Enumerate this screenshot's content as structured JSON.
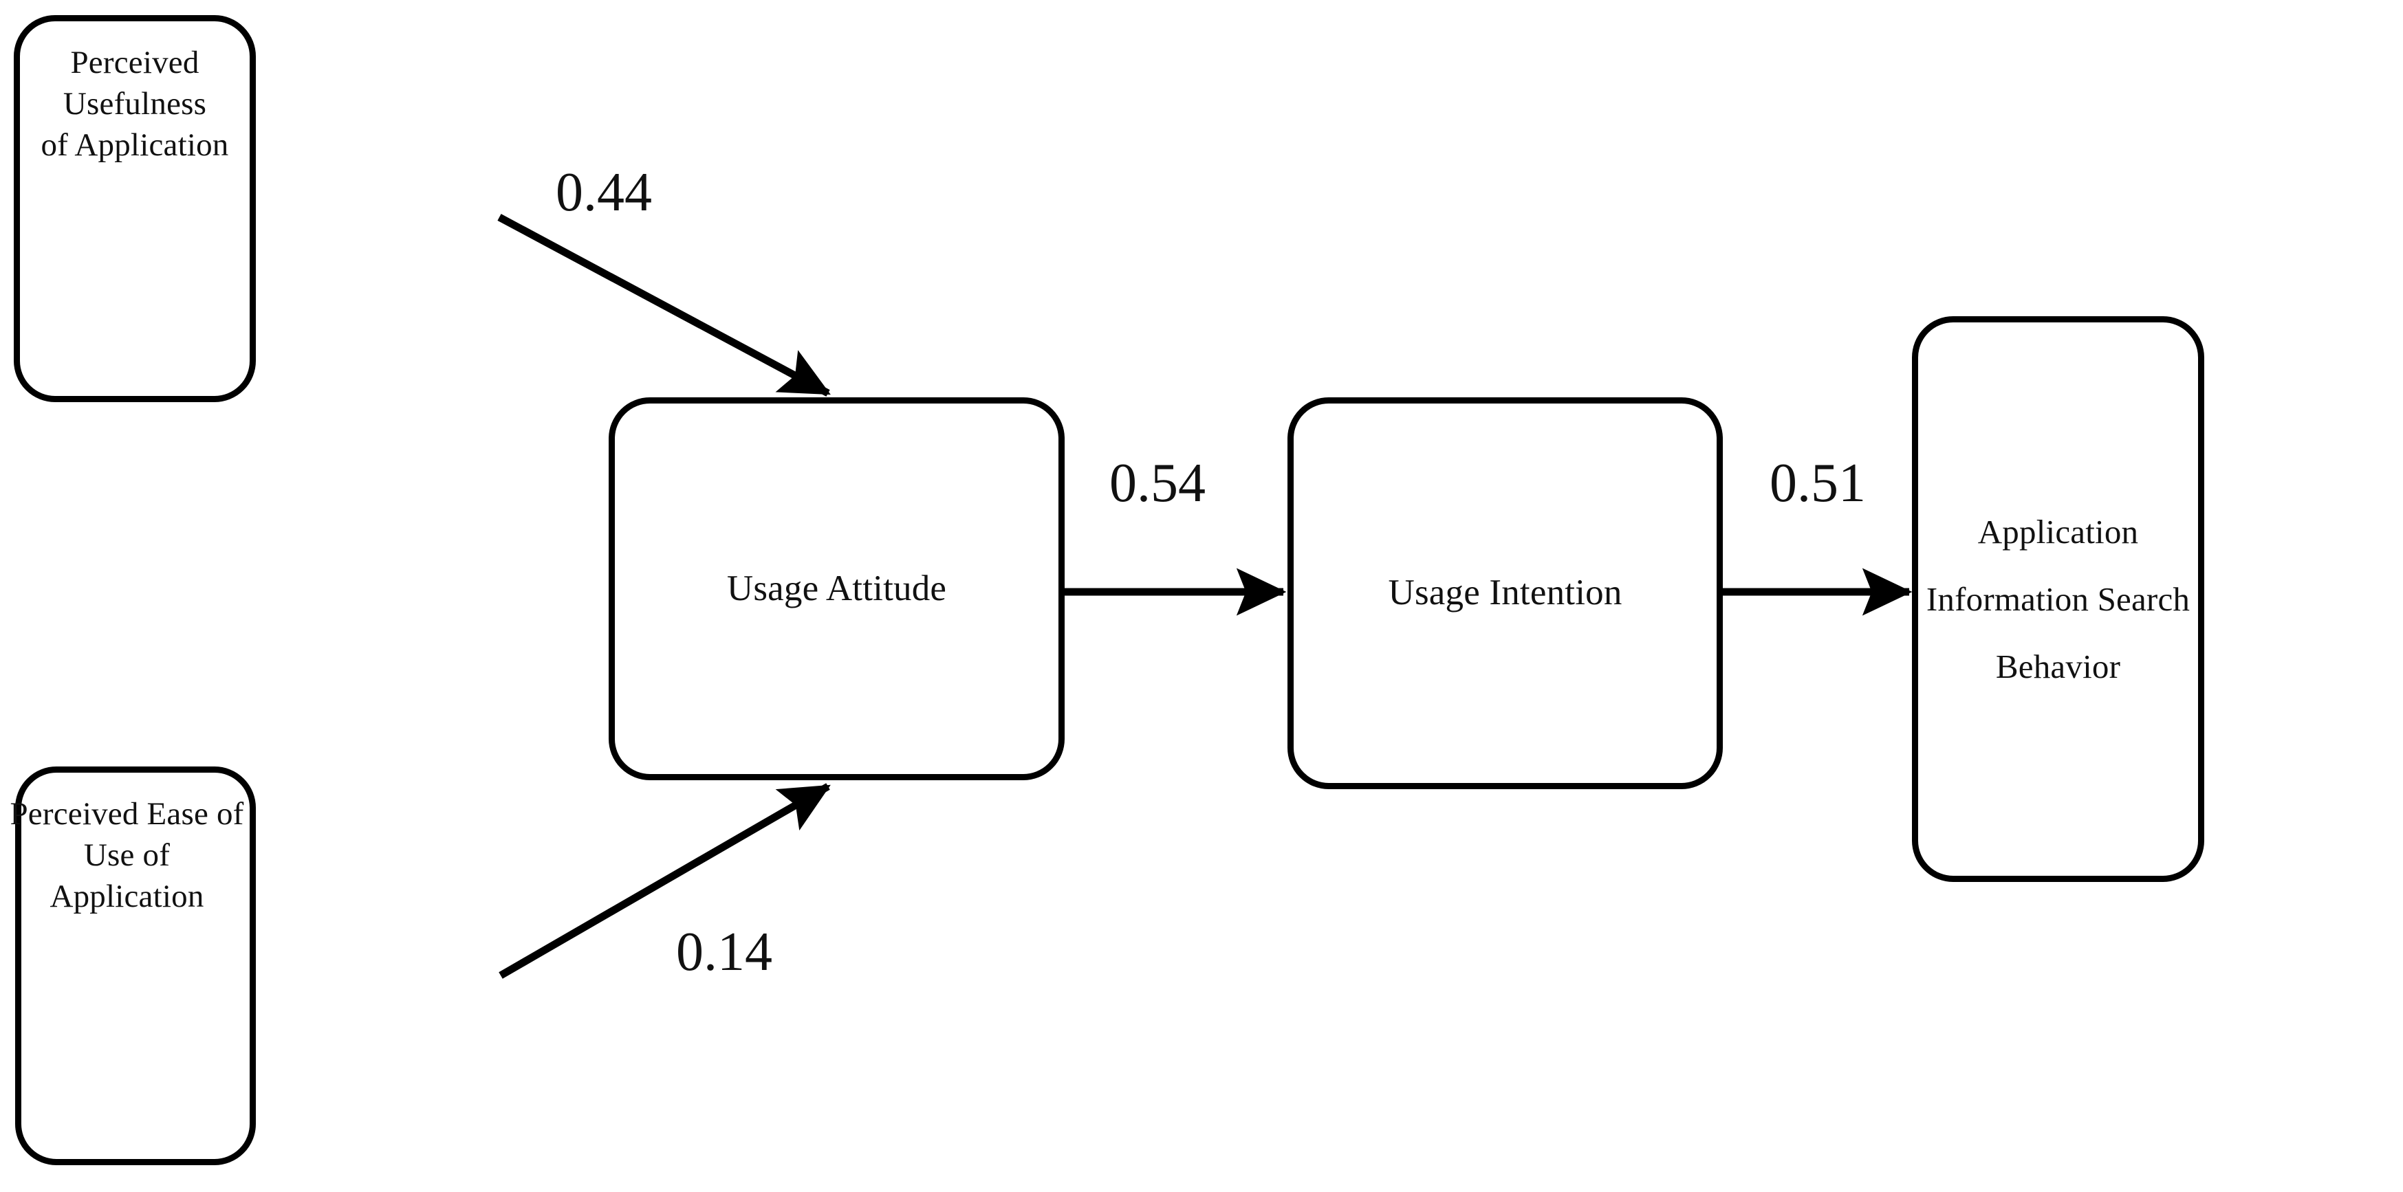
{
  "diagram": {
    "type": "path-model",
    "title": "",
    "background_color": "#ffffff",
    "line_color": "#000000",
    "text_color": "#111111",
    "nodes": [
      {
        "id": "perceived-usefulness",
        "label": "Perceived Usefulness\nof Application",
        "label_align": "top-center"
      },
      {
        "id": "perceived-ease-of-use",
        "label": "Perceived Ease of Use of\nApplication",
        "label_align": "top-center"
      },
      {
        "id": "usage-attitude",
        "label": "Usage Attitude",
        "label_align": "center"
      },
      {
        "id": "usage-intention",
        "label": "Usage Intention",
        "label_align": "center"
      },
      {
        "id": "app-info-search",
        "label": "Application\nInformation Search\nBehavior",
        "label_align": "center"
      }
    ],
    "edges": [
      {
        "id": "pu-ua",
        "from": "perceived-usefulness",
        "to": "usage-attitude",
        "coefficient": "0.44",
        "style": "solid-arrow"
      },
      {
        "id": "peou-ua",
        "from": "perceived-ease-of-use",
        "to": "usage-attitude",
        "coefficient": "0.14",
        "style": "solid-arrow"
      },
      {
        "id": "ua-ui",
        "from": "usage-attitude",
        "to": "usage-intention",
        "coefficient": "0.54",
        "style": "solid-arrow"
      },
      {
        "id": "ui-aisb",
        "from": "usage-intention",
        "to": "app-info-search",
        "coefficient": "0.51",
        "style": "solid-arrow"
      }
    ]
  }
}
